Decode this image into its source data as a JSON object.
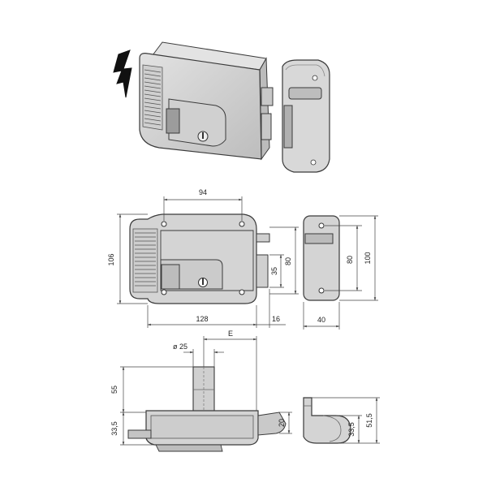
{
  "colors": {
    "body_fill": "#d6d6d6",
    "body_light": "#e6e6e6",
    "body_dark": "#b4b4b4",
    "outline": "#3a3a3a",
    "dim_line": "#444444",
    "accent_bolt": "#111111"
  },
  "icons": {
    "lightning": "lightning-bolt-icon",
    "key": "keyhole-icon"
  },
  "front_view": {
    "width_dim": "94",
    "height_dim": "106",
    "length_dim": "128",
    "bolt_dim": "16",
    "inner_small": "35",
    "inner_large": "80"
  },
  "strike_view": {
    "height_inner": "80",
    "height_outer": "100",
    "width": "40"
  },
  "bottom_view": {
    "diameter_label": "ø 25",
    "offset_label": "E",
    "height_upper": "55",
    "height_lower": "33,5",
    "bolt_height": "20"
  },
  "side_small_view": {
    "height_inner": "33,5",
    "height_outer": "51,5"
  }
}
